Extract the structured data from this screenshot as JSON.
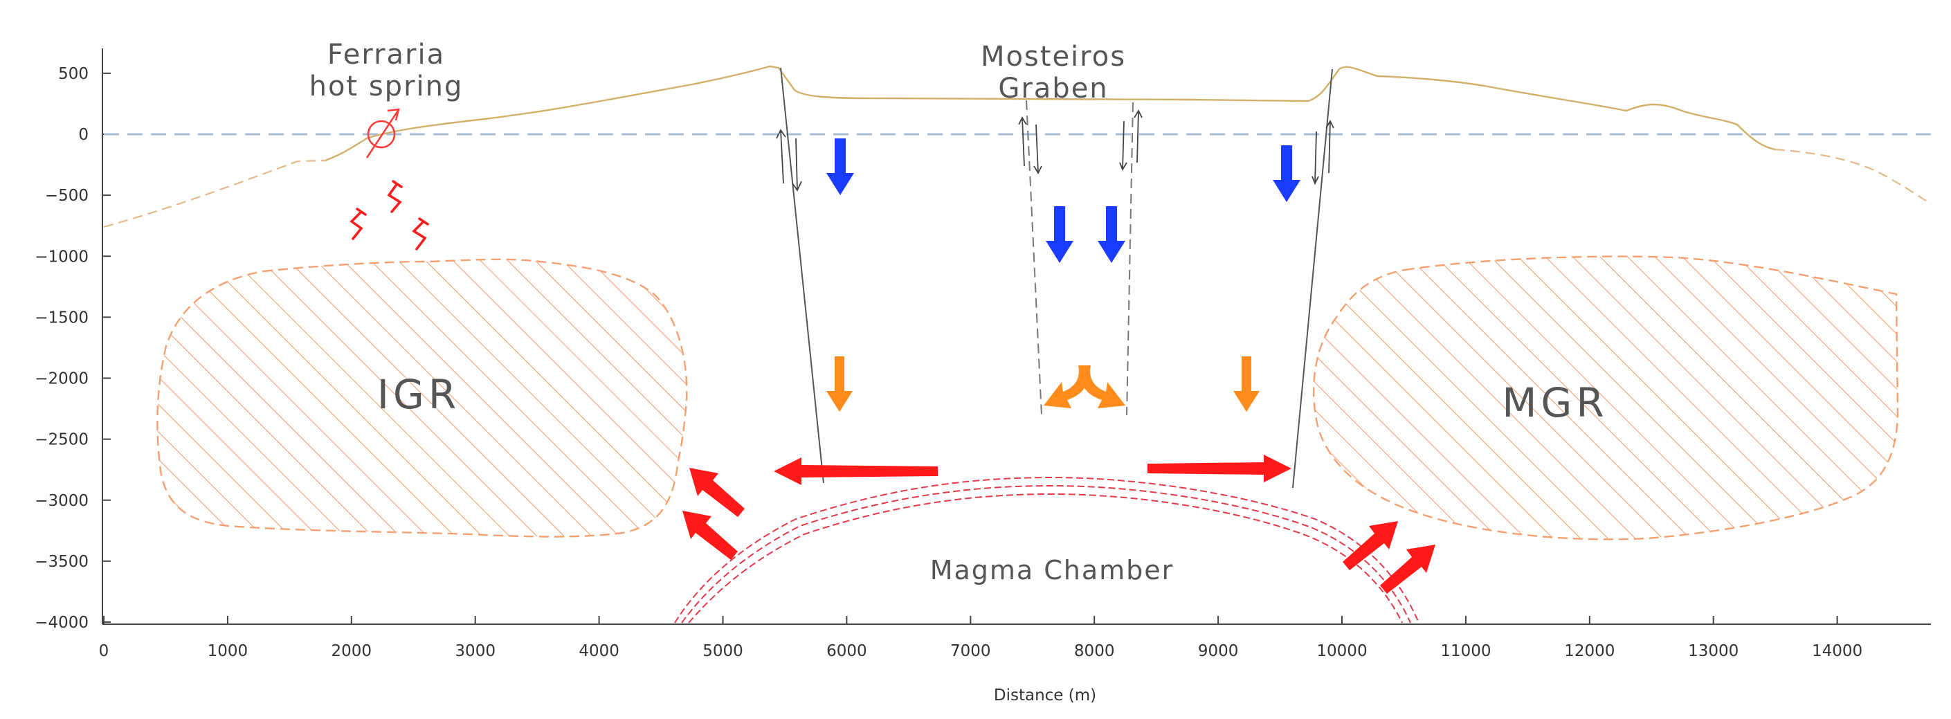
{
  "labels": {
    "ferraria_line1": "Ferraria",
    "ferraria_line2": "hot spring",
    "mosteiros_line1": "Mosteiros",
    "mosteiros_line2": "Graben",
    "igr": "IGR",
    "mgr": "MGR",
    "magma_chamber": "Magma Chamber",
    "x_axis_title": "Distance (m)"
  },
  "axes": {
    "x_ticks": [
      "0",
      "1000",
      "2000",
      "3000",
      "4000",
      "5000",
      "6000",
      "7000",
      "8000",
      "9000",
      "10000",
      "11000",
      "12000",
      "13000",
      "14000"
    ],
    "y_ticks": [
      "500",
      "0",
      "-500",
      "-1000",
      "-1500",
      "-2000",
      "-2500",
      "-3000",
      "-3500",
      "-4000"
    ],
    "x_range": [
      0,
      14700
    ],
    "y_range": [
      -4000,
      600
    ]
  },
  "colors": {
    "topography": "#d2b06a",
    "reservoir": "#f4a070",
    "flow_hot": "#ff1a1a",
    "flow_cold": "#1a3cff",
    "flow_mixed": "#ff8c1a",
    "magma": "#e23a4a",
    "sea_level": "#a9bdd6",
    "fault": "#555555"
  }
}
